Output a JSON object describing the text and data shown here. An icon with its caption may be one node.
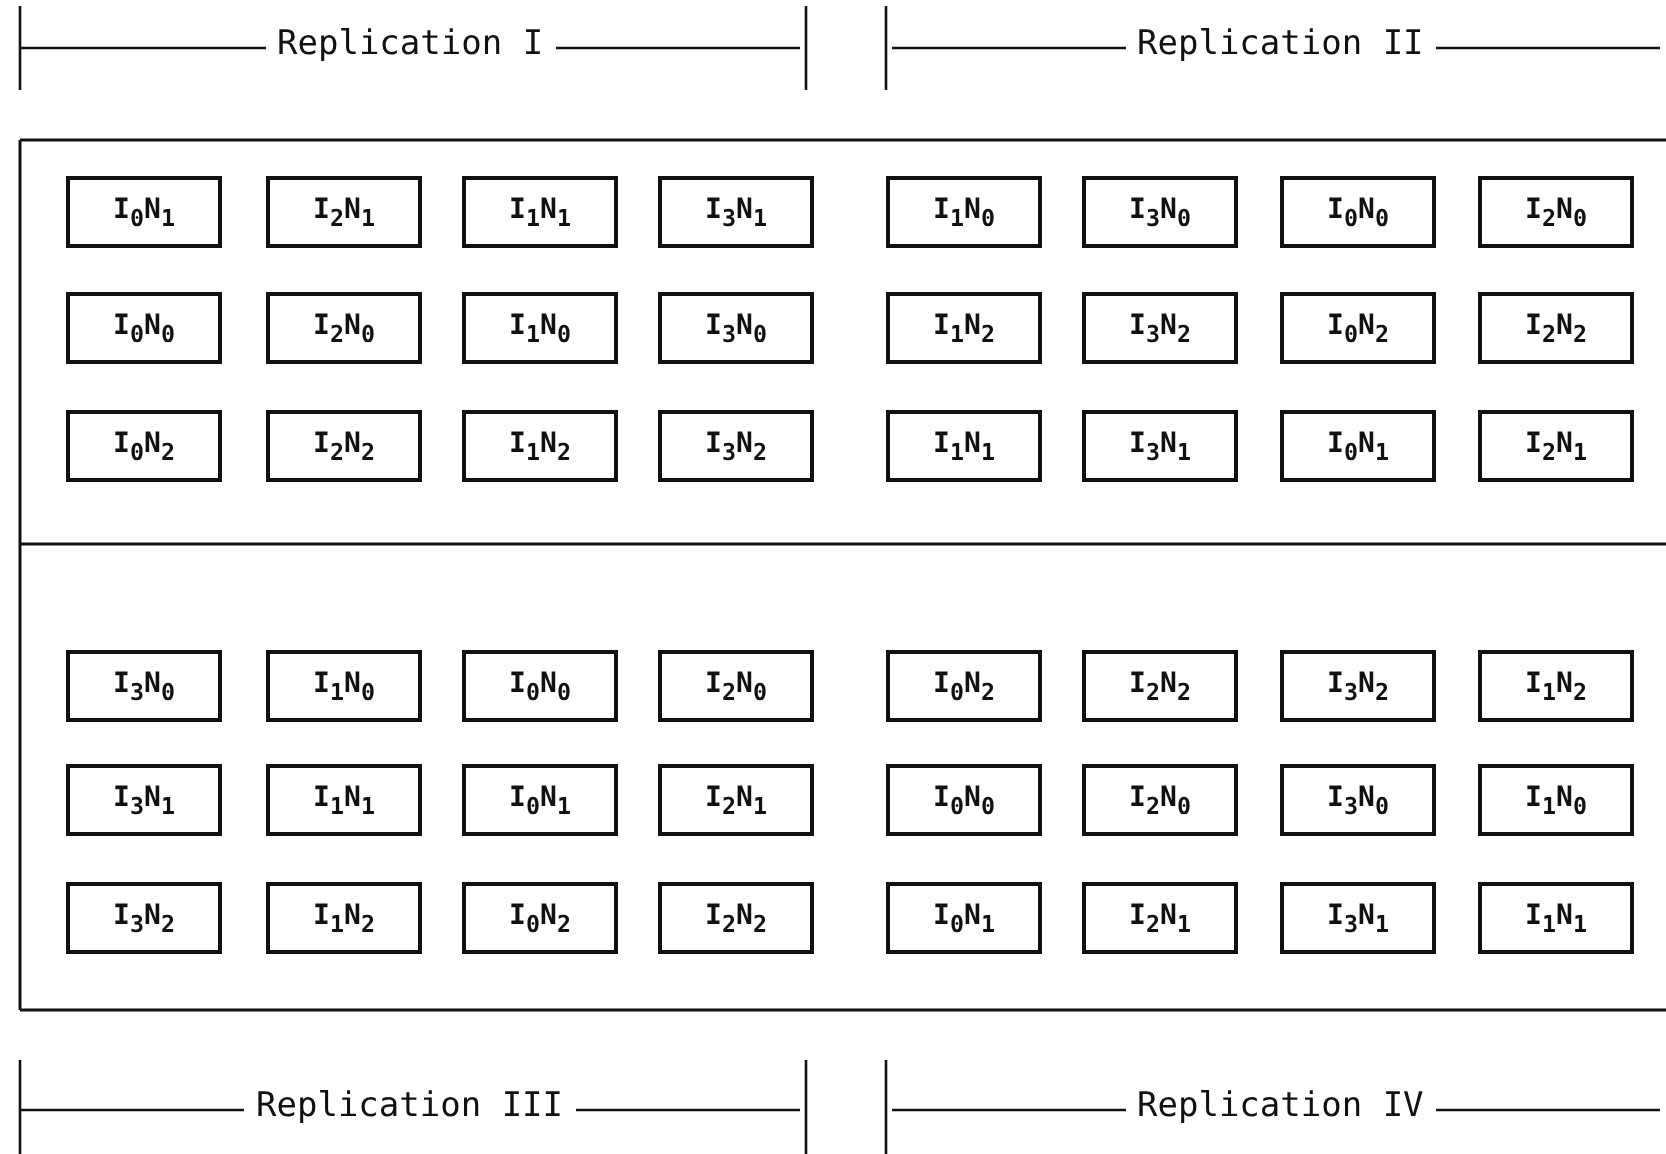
{
  "diagram": {
    "nodes": [
      {
        "text": [
          "I$_{0}$N$_{1}$"
        ]
      },
      {
        "text": [
          "I$_{2}$N$_{1}$"
        ]
      },
      {
        "text": [
          "I$_{1}$N$_{1}$"
        ]
      },
      {
        "text": [
          "I$_{3}$N$_{1}$"
        ]
      },
      {
        "text": [
          "I$_{1}$N$_{0}$"
        ]
      },
      {
        "text": [
          "I$_{3}$N$_{0}$"
        ]
      },
      {
        "text": [
          "I$_{0}$N$_{0}$"
        ]
      },
      {
        "text": [
          "I$_{2}$N$_{0}$"
        ]
      },
      {
        "text": [
          "I$_{0}$N$_{0}$"
        ]
      },
      {
        "text": [
          "I$_{2}$N$_{0}$"
        ]
      },
      {
        "text": [
          "I$_{1}$N$_{0}$"
        ]
      },
      {
        "text": [
          "I$_{3}$N$_{0}$"
        ]
      },
      {
        "text": [
          "I$_{1}$N$_{2}$"
        ]
      },
      {
        "text": [
          "I$_{3}$N$_{2}$"
        ]
      },
      {
        "text": [
          "I$_{0}$N$_{2}$"
        ]
      },
      {
        "text": [
          "I$_{2}$N$_{2}$"
        ]
      },
      {
        "text": [
          "I$_{0}$N$_{2}$"
        ]
      },
      {
        "text": [
          "I$_{2}$N$_{2}$"
        ]
      },
      {
        "text": [
          "I$_{1}$N$_{2}$"
        ]
      },
      {
        "text": [
          "I$_{3}$N$_{2}$"
        ]
      },
      {
        "text": [
          "I$_{1}$N$_{1}$"
        ]
      },
      {
        "text": [
          "I$_{3}$N$_{1}$"
        ]
      },
      {
        "text": [
          "I$_{0}$N$_{1}$"
        ]
      },
      {
        "text": [
          "I$_{2}$N$_{1}$"
        ]
      },
      {
        "text": [
          "I$_{3}$N$_{0}$"
        ]
      },
      {
        "text": [
          "I$_{1}$N$_{0}$"
        ]
      },
      {
        "text": [
          "I$_{0}$N$_{0}$"
        ]
      },
      {
        "text": [
          "I$_{2}$N$_{0}$"
        ]
      },
      {
        "text": [
          "I$_{0}$N$_{2}$"
        ]
      },
      {
        "text": [
          "I$_{2}$N$_{2}$"
        ]
      },
      {
        "text": [
          "I$_{3}$N$_{2}$"
        ]
      },
      {
        "text": [
          "I$_{1}$N$_{2}$"
        ]
      },
      {
        "text": [
          "I$_{3}$N$_{1}$"
        ]
      },
      {
        "text": [
          "I$_{1}$N$_{1}$"
        ]
      },
      {
        "text": [
          "I$_{0}$N$_{1}$"
        ]
      },
      {
        "text": [
          "I$_{2}$N$_{1}$"
        ]
      },
      {
        "text": [
          "I$_{0}$N$_{0}$"
        ]
      },
      {
        "text": [
          "I$_{2}$N$_{0}$"
        ]
      },
      {
        "text": [
          "I$_{3}$N$_{0}$"
        ]
      },
      {
        "text": [
          "I$_{1}$N$_{0}$"
        ]
      },
      {
        "text": [
          "I$_{3}$N$_{2}$"
        ]
      },
      {
        "text": [
          "I$_{1}$N$_{2}$"
        ]
      },
      {
        "text": [
          "I$_{0}$N$_{2}$"
        ]
      },
      {
        "text": [
          "I$_{2}$N$_{2}$"
        ]
      },
      {
        "text": [
          "I$_{0}$N$_{1}$"
        ]
      },
      {
        "text": [
          "I$_{2}$N$_{1}$"
        ]
      },
      {
        "text": [
          "I$_{3}$N$_{1}$"
        ]
      },
      {
        "text": [
          "I$_{1}$N$_{1}$"
        ]
      }
    ],
    "labels": [
      "Replication I",
      "Replication II",
      "Replication III",
      "Replication IV"
    ]
  }
}
